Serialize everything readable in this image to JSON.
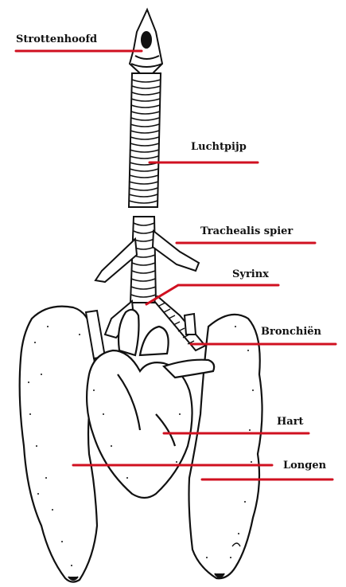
{
  "labels": {
    "strottenhoofd": "Strottenhoofd",
    "luchtpijp": "Luchtpijp",
    "trachealis": "Trachealis spier",
    "syrinx": "Syrinx",
    "bronchien": "Bronchiën",
    "hart": "Hart",
    "longen": "Longen"
  },
  "colors": {
    "leader_line": "#d01020",
    "ink": "#111111",
    "background": "#ffffff"
  }
}
